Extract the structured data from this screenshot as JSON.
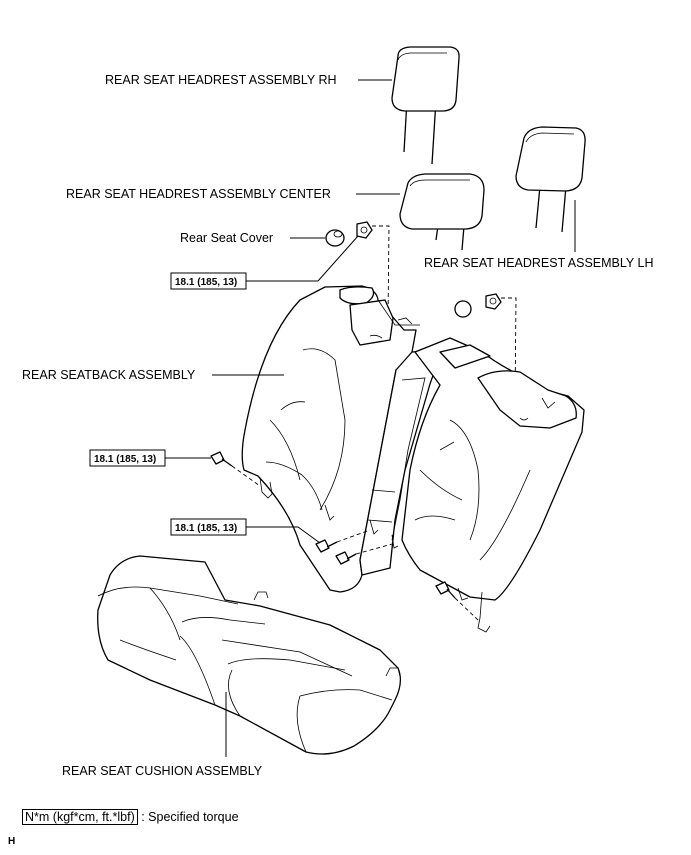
{
  "labels": {
    "headrest_rh": "REAR SEAT HEADREST ASSEMBLY RH",
    "headrest_center": "REAR SEAT HEADREST ASSEMBLY CENTER",
    "rear_seat_cover": "Rear Seat Cover",
    "headrest_lh": "REAR SEAT HEADREST ASSEMBLY LH",
    "seatback": "REAR SEATBACK ASSEMBLY",
    "cushion": "REAR SEAT CUSHION ASSEMBLY"
  },
  "torques": {
    "top": "18.1 (185, 13)",
    "left": "18.1 (185, 13)",
    "middle": "18.1 (185, 13)"
  },
  "legend": {
    "unit": "N*m (kgf*cm, ft.*lbf)",
    "text": ": Specified torque"
  },
  "corner_mark": "H"
}
